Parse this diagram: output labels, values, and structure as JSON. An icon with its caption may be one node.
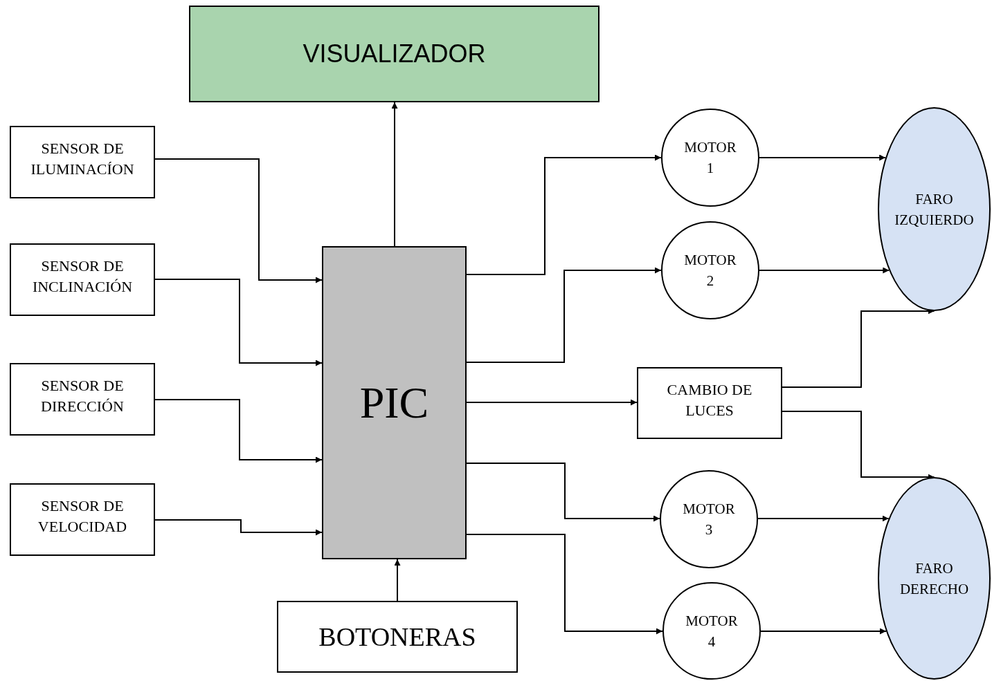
{
  "diagram": {
    "nodes": [
      {
        "text": [
          "VISUALIZADOR"
        ]
      },
      {
        "text": [
          "SENSOR DE ILUMINACÍON"
        ]
      },
      {
        "text": [
          "SENSOR DE INCLINACIÓN"
        ]
      },
      {
        "text": [
          "SENSOR DE DIRECCIÓN"
        ]
      },
      {
        "text": [
          "SENSOR DE VELOCIDAD"
        ]
      },
      {
        "text": [
          "PIC"
        ]
      },
      {
        "text": [
          "BOTONERAS"
        ]
      },
      {
        "text": [
          "MOTOR 1"
        ]
      },
      {
        "text": [
          "MOTOR 2"
        ]
      },
      {
        "text": [
          "CAMBIO DE LUCES"
        ]
      },
      {
        "text": [
          "MOTOR 3"
        ]
      },
      {
        "text": [
          "MOTOR 4"
        ]
      },
      {
        "text": [
          "FARO IZQUIERDO"
        ]
      },
      {
        "text": [
          "FARO DERECHO"
        ]
      }
    ],
    "edges": [
      {
        "from": 5,
        "to": 0,
        "arrow": "to"
      },
      {
        "from": 1,
        "to": 5,
        "arrow": "to"
      },
      {
        "from": 2,
        "to": 5,
        "arrow": "to"
      },
      {
        "from": 3,
        "to": 5,
        "arrow": "to"
      },
      {
        "from": 4,
        "to": 5,
        "arrow": "to"
      },
      {
        "from": 6,
        "to": 5,
        "arrow": "to"
      },
      {
        "from": 5,
        "to": 7,
        "arrow": "to"
      },
      {
        "from": 5,
        "to": 8,
        "arrow": "to"
      },
      {
        "from": 5,
        "to": 9,
        "arrow": "to"
      },
      {
        "from": 5,
        "to": 10,
        "arrow": "to"
      },
      {
        "from": 5,
        "to": 11,
        "arrow": "to"
      },
      {
        "from": 7,
        "to": 12,
        "arrow": "to"
      },
      {
        "from": 8,
        "to": 12,
        "arrow": "to"
      },
      {
        "from": 9,
        "to": 12,
        "arrow": "to"
      },
      {
        "from": 9,
        "to": 13,
        "arrow": "to"
      },
      {
        "from": 10,
        "to": 13,
        "arrow": "to"
      },
      {
        "from": 11,
        "to": 13,
        "arrow": "to"
      }
    ]
  }
}
